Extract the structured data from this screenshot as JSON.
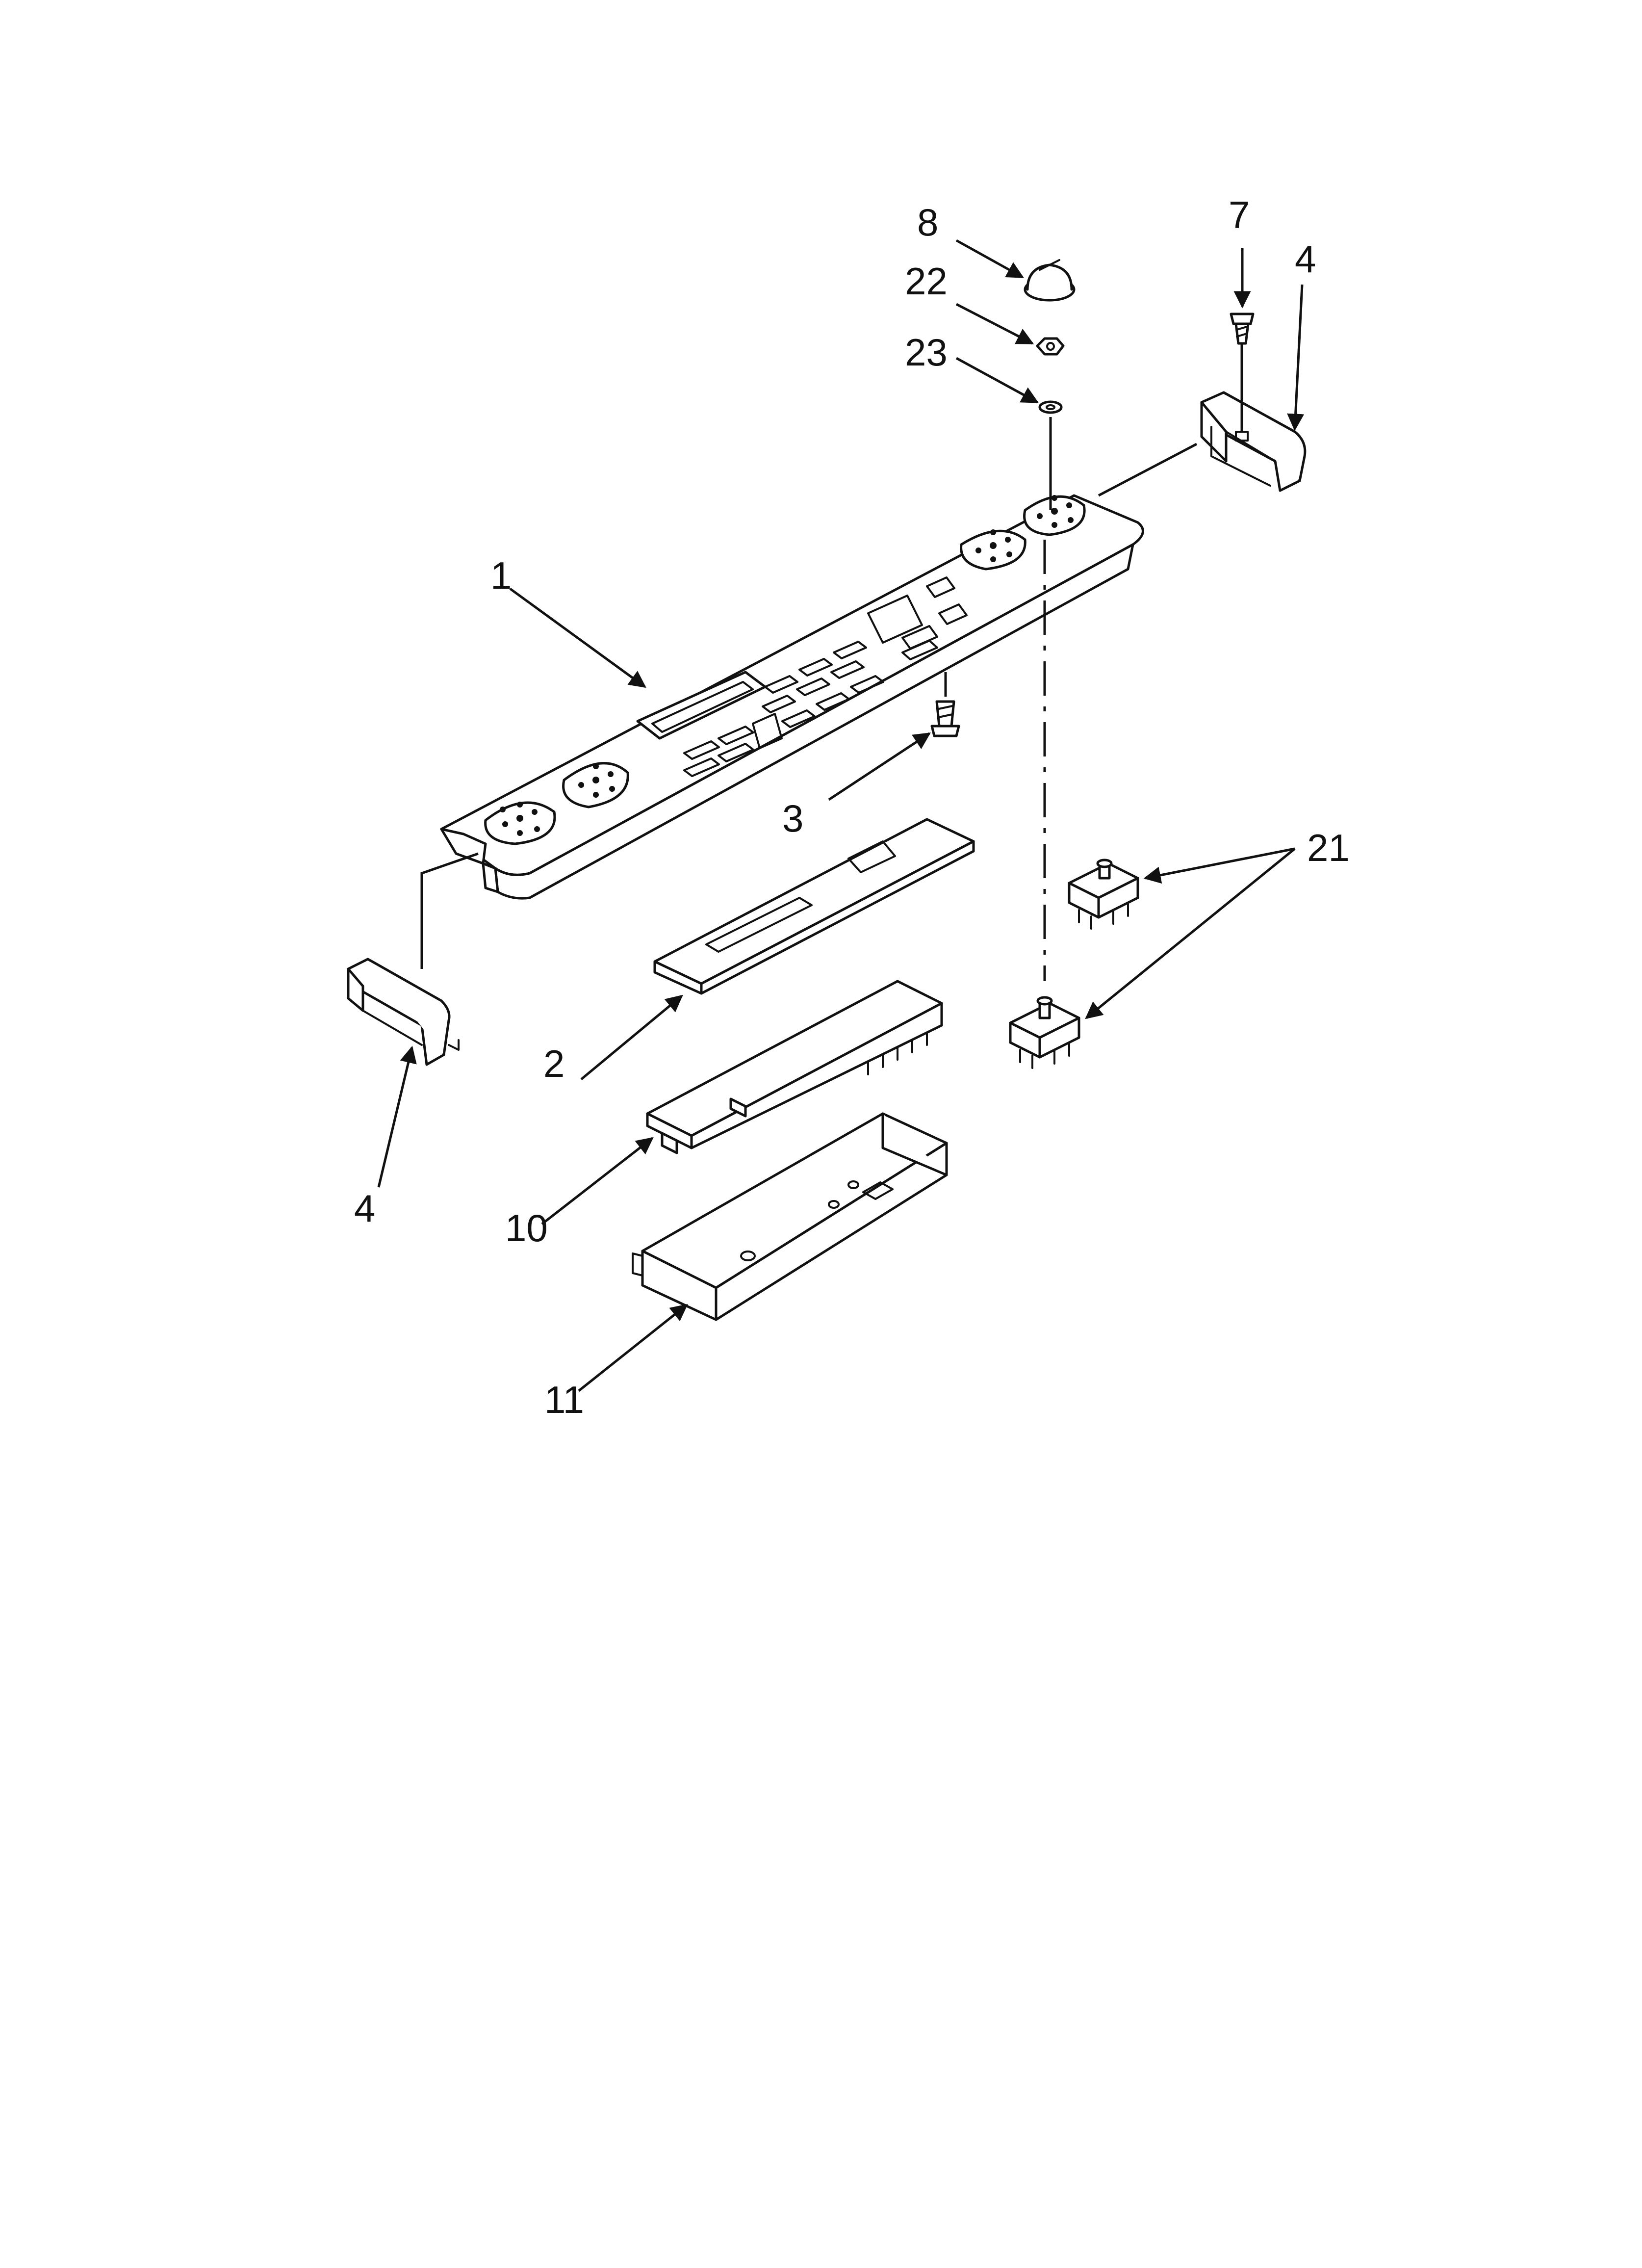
{
  "callouts": [
    {
      "label": "1",
      "part": "control panel"
    },
    {
      "label": "2",
      "part": "overlay"
    },
    {
      "label": "3",
      "part": "screw"
    },
    {
      "label": "4",
      "part": "end cap (right)"
    },
    {
      "label": "4",
      "part": "end cap (left)"
    },
    {
      "label": "7",
      "part": "screw"
    },
    {
      "label": "8",
      "part": "knob"
    },
    {
      "label": "10",
      "part": "control board"
    },
    {
      "label": "11",
      "part": "board housing"
    },
    {
      "label": "21",
      "part": "switches"
    },
    {
      "label": "22",
      "part": "nut"
    },
    {
      "label": "23",
      "part": "washer"
    }
  ]
}
